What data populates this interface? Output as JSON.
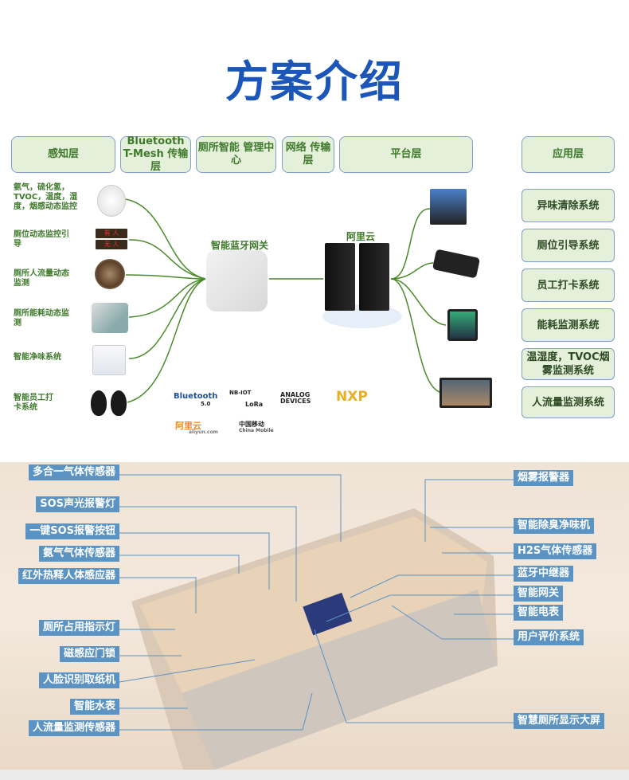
{
  "title": "方案介绍",
  "headers": [
    "感知层",
    "Bluetooth T-Mesh 传输层",
    "厕所智能 管理中心",
    "网络 传输层",
    "平台层",
    "应用层"
  ],
  "sensors": [
    "氨气，硫化氢，TVOC，温度，湿度，烟感动态监控",
    "厕位动态监控引导",
    "厕所人流量动态监测",
    "厕所能耗动态监测",
    "智能净味系统",
    "智能员工打卡系统"
  ],
  "gateway_label": "智能蓝牙网关",
  "cloud_label": "阿里云",
  "led_text": [
    "有 人",
    "无 人"
  ],
  "applications": [
    "异味清除系统",
    "厕位引导系统",
    "员工打卡系统",
    "能耗监测系统",
    "温湿度，TVOC烟雾监测系统",
    "人流量监测系统"
  ],
  "logos": {
    "bluetooth": "Bluetooth",
    "bluetooth_ver": "5.0",
    "nbiot": "NB-IOT",
    "lora": "LoRa",
    "analog": "ANALOG DEVICES",
    "nxp": "NXP",
    "aliyun": "阿里云",
    "aliyun_sub": "aliyun.com",
    "cmcc": "中国移动",
    "cmcc_sub": "China Mobile"
  },
  "left_tags": [
    "多合一气体传感器",
    "SOS声光报警灯",
    "一键SOS报警按钮",
    "氨气气体传感器",
    "红外热释人体感应器",
    "厕所占用指示灯",
    "磁感应门锁",
    "人脸识别取纸机",
    "智能水表",
    "人流量监测传感器"
  ],
  "right_tags": [
    "烟雾报警器",
    "智能除臭净味机",
    "H2S气体传感器",
    "蓝牙中继器",
    "智能网关",
    "智能电表",
    "用户评价系统",
    "智慧厕所显示大屏"
  ],
  "colors": {
    "title": "#1b56b8",
    "layer_text": "#3f7a2c",
    "tag_bg": "#5b93c2",
    "arrow": "#4a8a2a"
  }
}
